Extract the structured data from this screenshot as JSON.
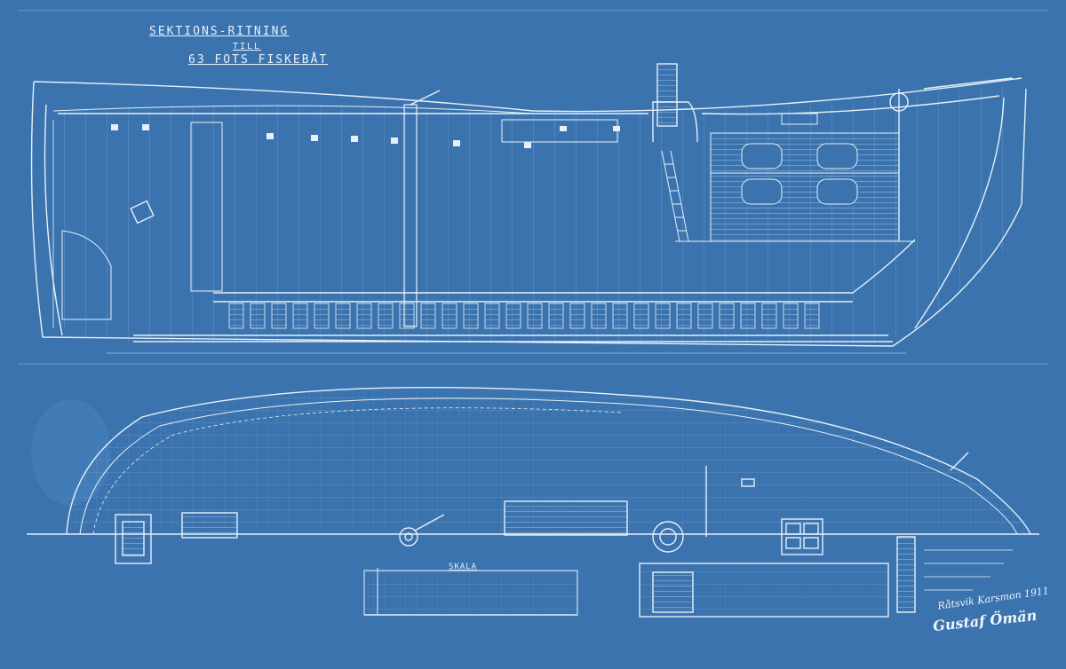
{
  "title": {
    "line1": "SEKTIONS-RITNING",
    "line2": "TILL",
    "line3": "63 FOTS FISKEBÅT"
  },
  "scale_label": "SKALA",
  "handwriting": {
    "place_date": "Råtsvik Karsmon 1911",
    "signature": "Gustaf Ömän"
  },
  "colors": {
    "paper": "#3a73ae",
    "line": "#e6f0fa",
    "shadow": "#8fb6dc"
  }
}
